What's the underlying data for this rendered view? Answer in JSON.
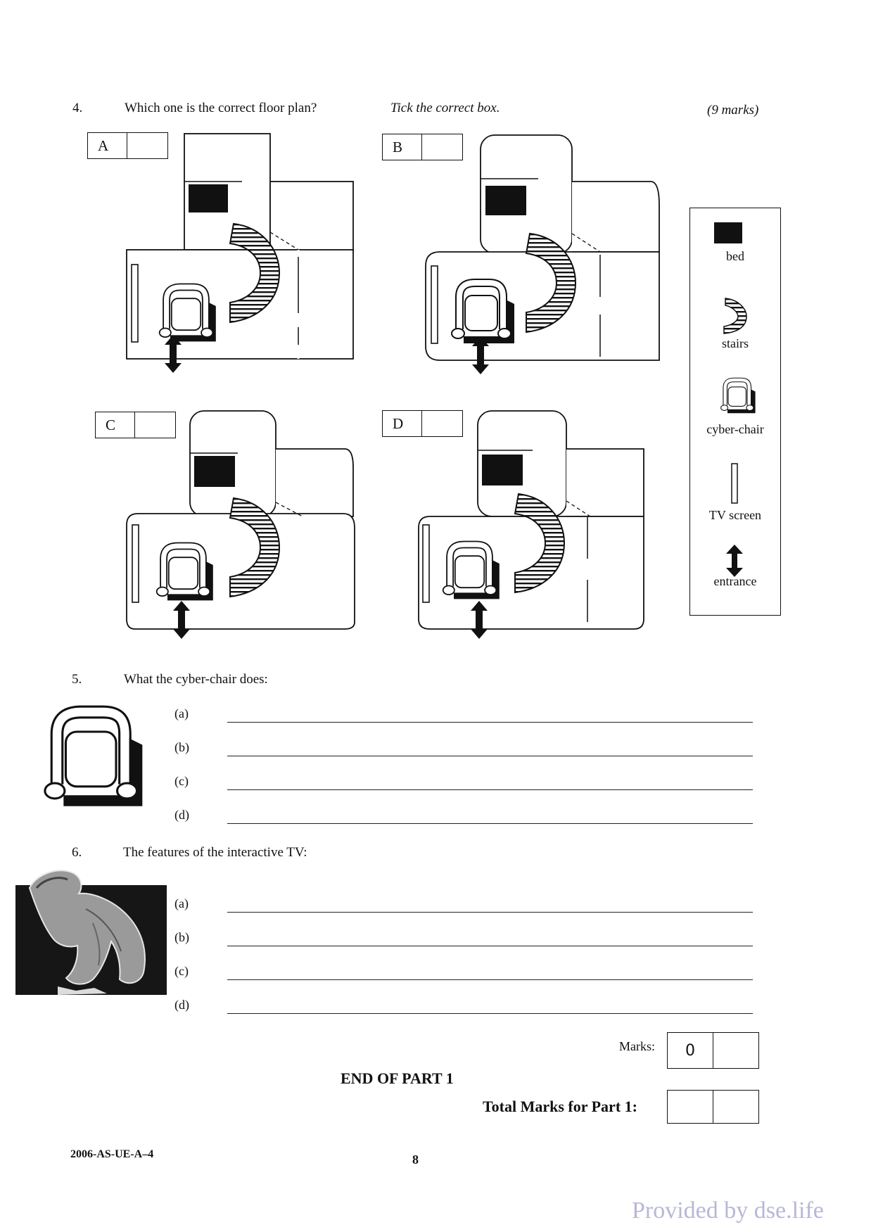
{
  "q4": {
    "number": "4.",
    "question": "Which one is the correct floor plan?",
    "instruction": "Tick the correct box.",
    "marks": "(9 marks)",
    "options": [
      "A",
      "B",
      "C",
      "D"
    ]
  },
  "legend": {
    "bed": "bed",
    "stairs": "stairs",
    "chair": "cyber-chair",
    "tv": "TV screen",
    "entrance": "entrance"
  },
  "q5": {
    "number": "5.",
    "question": "What the cyber-chair does:",
    "items": [
      "(a)",
      "(b)",
      "(c)",
      "(d)"
    ]
  },
  "q6": {
    "number": "6.",
    "question": "The features of the interactive TV:",
    "items": [
      "(a)",
      "(b)",
      "(c)",
      "(d)"
    ]
  },
  "marks": {
    "label": "Marks:",
    "value": "0"
  },
  "end": "END OF PART 1",
  "total_label": "Total Marks for Part 1:",
  "footer": {
    "code": "2006-AS-UE-A–4",
    "page": "8",
    "provided": "Provided by dse.life"
  }
}
